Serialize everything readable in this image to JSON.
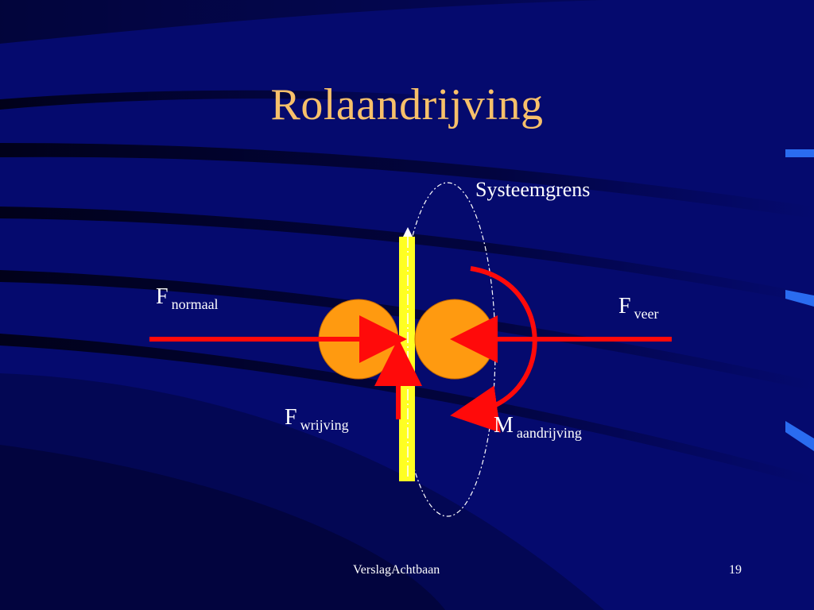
{
  "slide": {
    "title": "Rolaandrijving",
    "footer_text": "VerslagAchtbaan",
    "page_number": "19"
  },
  "labels": {
    "systeemgrens": "Systeemgrens",
    "f_normaal": {
      "main": "F",
      "sub": "normaal"
    },
    "f_veer": {
      "main": "F",
      "sub": "veer"
    },
    "f_wrijving": {
      "main": "F",
      "sub": "wrijving"
    },
    "m_aandrijving": {
      "main": "M",
      "sub": "aandrijving"
    }
  },
  "colors": {
    "background": "#050a6e",
    "title": "#f7c06a",
    "wheel": "#ff9a10",
    "rail": "#ffff22",
    "arrow": "#ff0a0a",
    "text": "#ffffff"
  }
}
